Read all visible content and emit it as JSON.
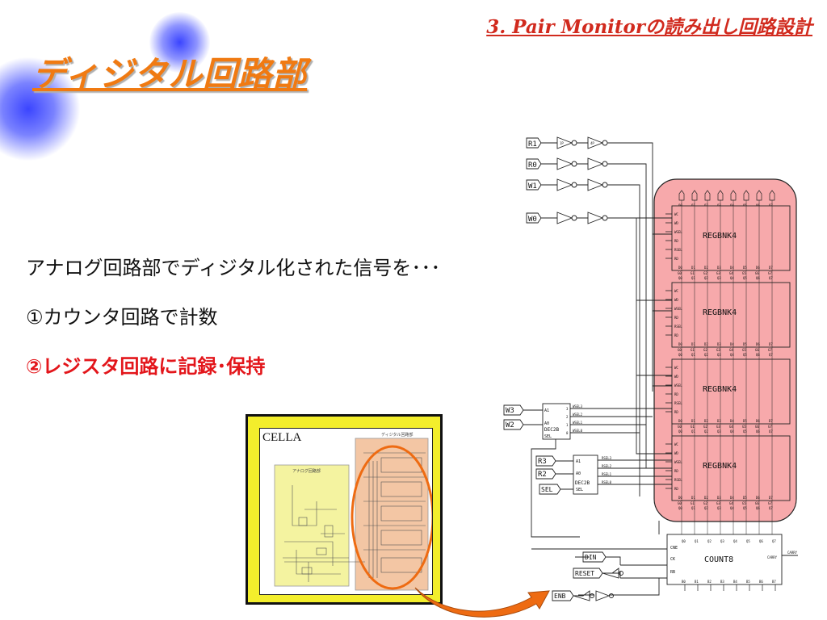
{
  "header": "3. Pair Monitorの読み出し回路設計",
  "title": "ディジタル回路部",
  "bullets": [
    "アナログ回路部でディジタル化された信号を･･･",
    "①カウンタ回路で計数",
    "②レジスタ回路に記録･保持"
  ],
  "cella": {
    "label": "CELLA",
    "digital_caption": "ディジタル回路部",
    "analog_caption": "アナログ回路部"
  },
  "colors": {
    "header": "#d12a1e",
    "title": "#f07a12",
    "highlight": "#e3161b",
    "register_fill": "#f7a9ab",
    "cella_bg": "#f3ee2c"
  },
  "schematic": {
    "inputs_top": [
      "R1",
      "R0",
      "W1",
      "W0"
    ],
    "buffer_labels": [
      "1P",
      "4P"
    ],
    "inputs_mid_w": [
      "W3",
      "W2"
    ],
    "inputs_mid_r": [
      "R3",
      "R2",
      "SEL"
    ],
    "inputs_bottom": [
      "DIN",
      "RESET",
      "ENB"
    ],
    "decoder": {
      "name": "DEC2B",
      "in_a1": "A1",
      "in_a0": "A0",
      "sel": "SEL",
      "w_outputs": [
        "WSEL3",
        "WSEL2",
        "WSEL1",
        "WSEL0"
      ],
      "r_outputs": [
        "RSEL3",
        "RSEL2",
        "RSEL1",
        "RSEL0"
      ],
      "out_nums": [
        "3",
        "2",
        "1",
        "0"
      ]
    },
    "register": {
      "name": "REGBNK4",
      "pins": [
        "WC",
        "WD",
        "WSEL",
        "RD",
        "RSEL",
        "RD"
      ],
      "q_pins": [
        "Q0",
        "Q1",
        "Q2",
        "Q3",
        "Q4",
        "Q5",
        "Q6",
        "Q7"
      ],
      "d_pins": [
        "D0",
        "D1",
        "D2",
        "D3",
        "D4",
        "D5",
        "D6",
        "D7"
      ],
      "g_pins": [
        "G0",
        "G1",
        "G2",
        "G3",
        "G4",
        "G5",
        "G6",
        "G7"
      ]
    },
    "counter": {
      "name": "COUNT8",
      "pins": [
        "CNE",
        "CK",
        "RB"
      ],
      "carry": "CARRY",
      "q_pins": [
        "Q0",
        "Q1",
        "Q2",
        "Q3",
        "Q4",
        "Q5",
        "Q6",
        "Q7"
      ],
      "b_pins": [
        "B0",
        "B1",
        "B2",
        "B3",
        "B4",
        "B5",
        "B6",
        "B7"
      ]
    }
  }
}
